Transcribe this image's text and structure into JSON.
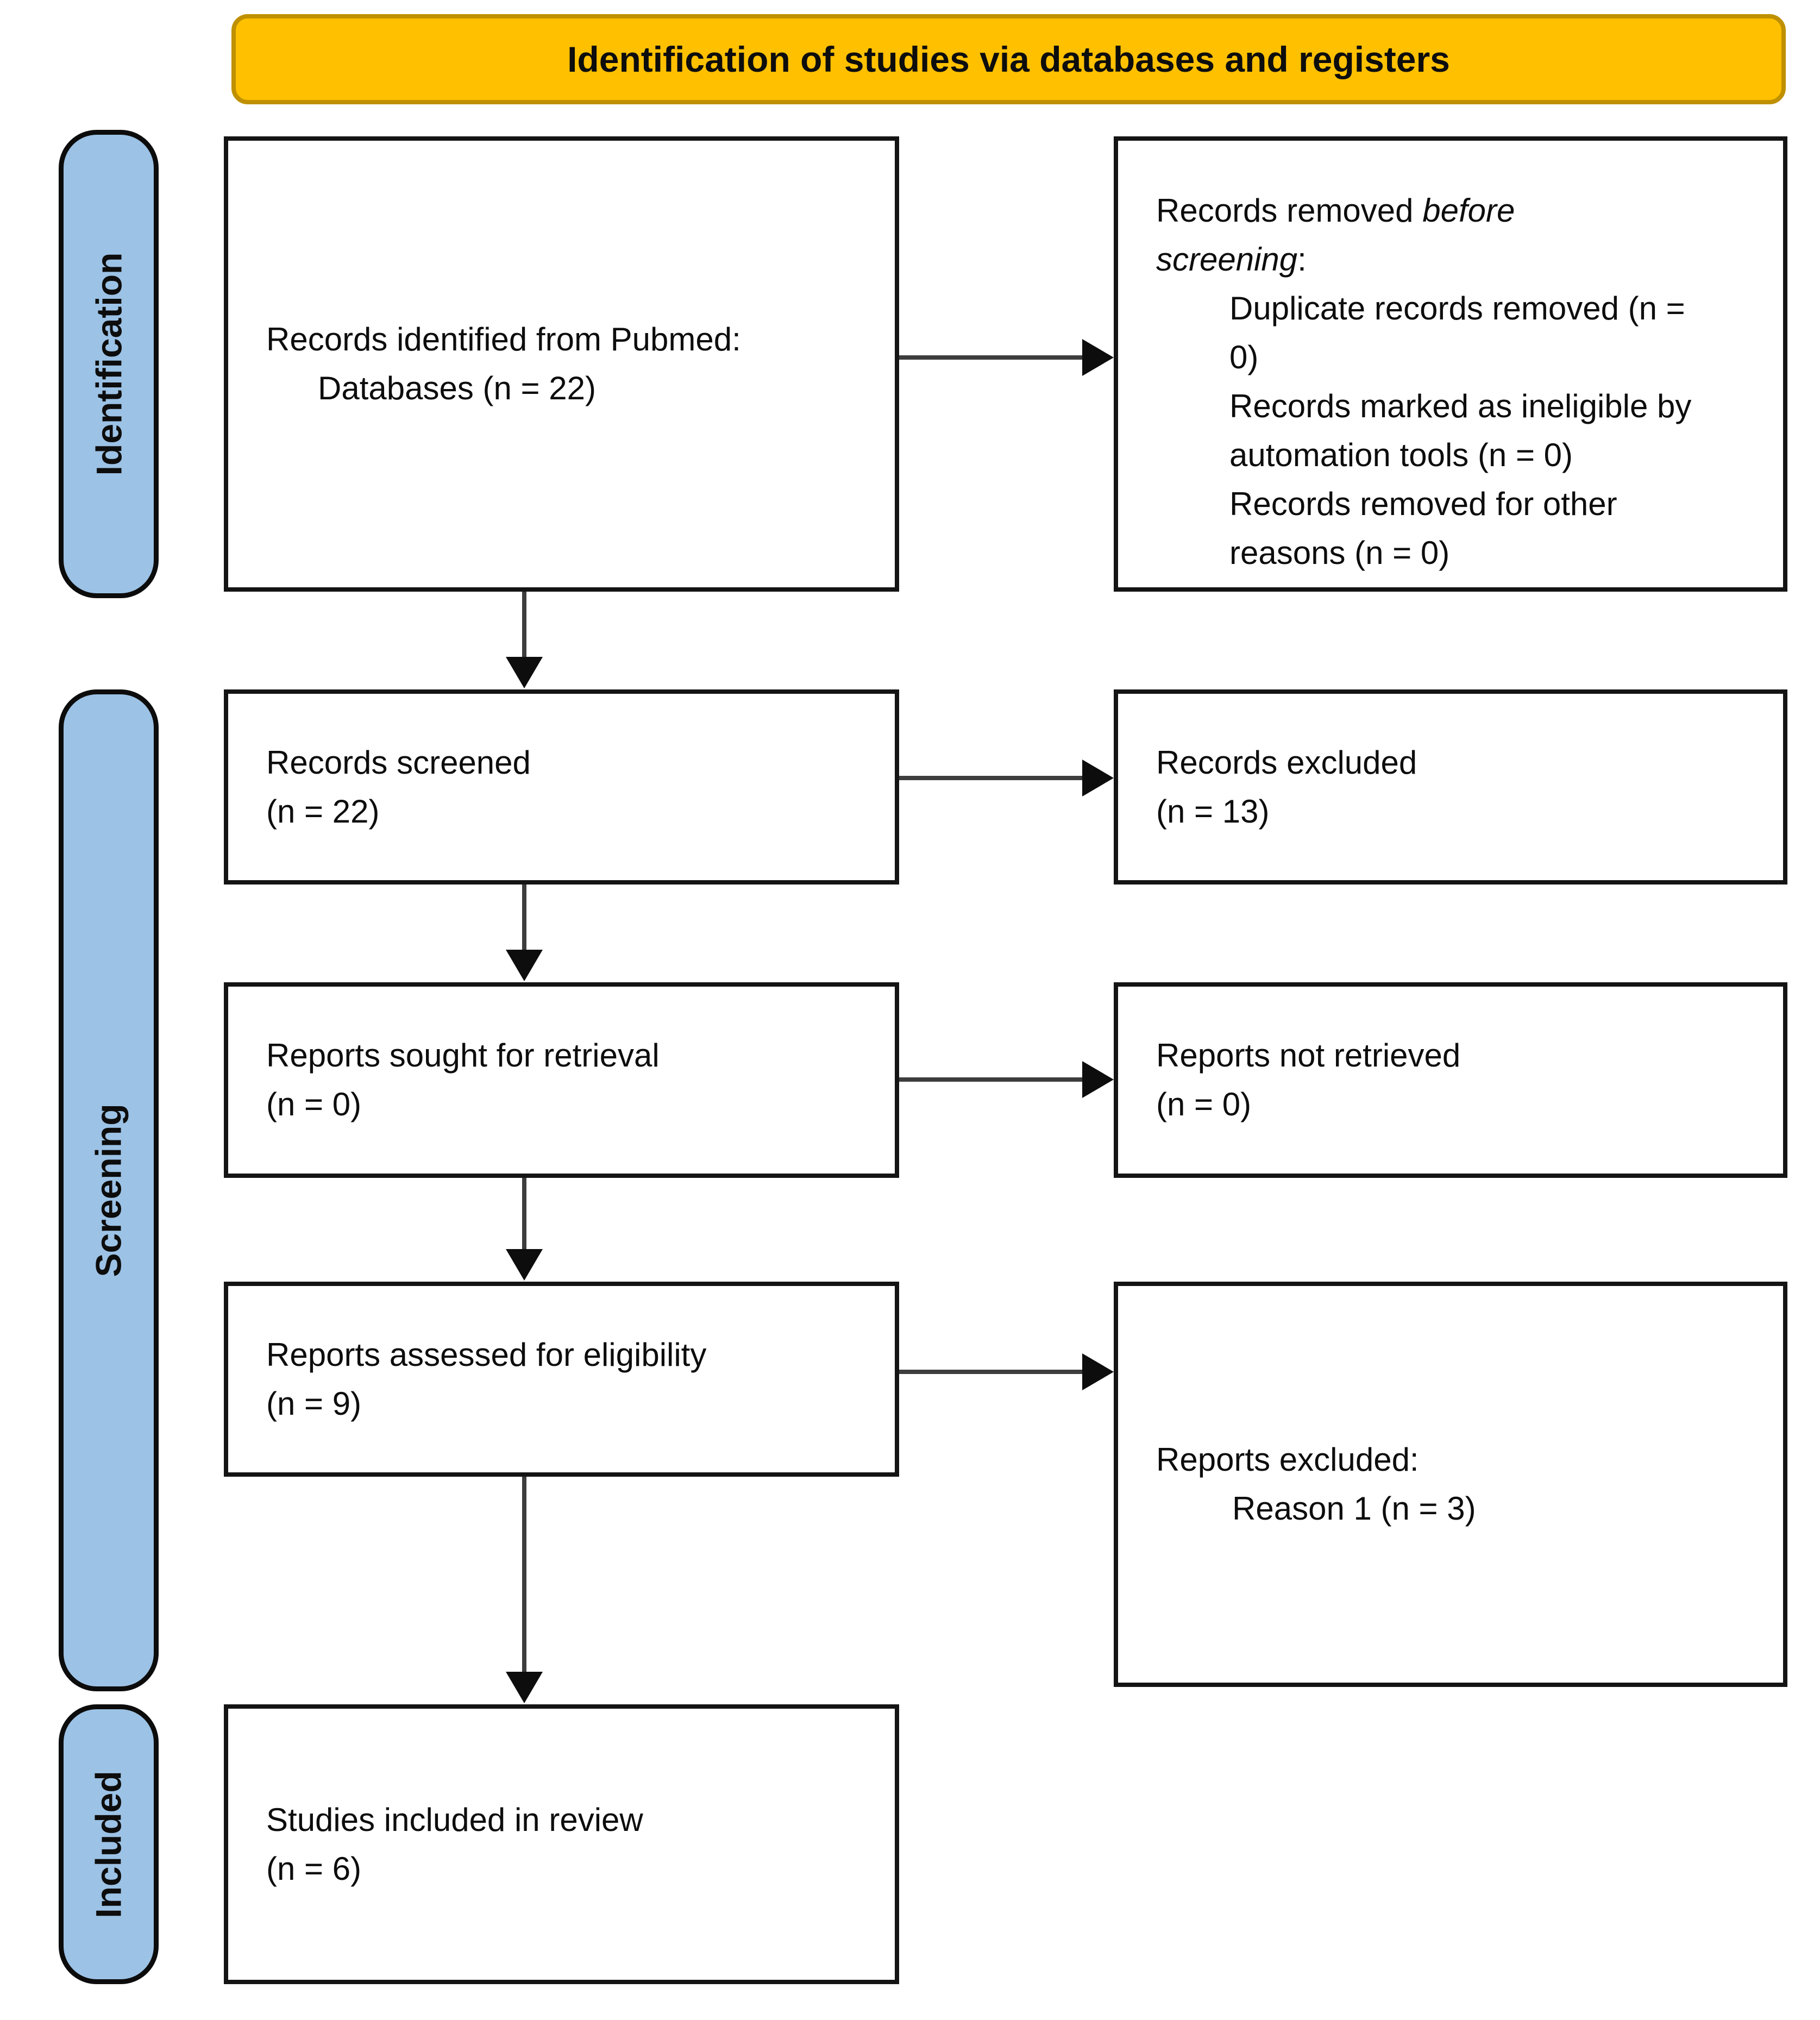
{
  "banner": {
    "title": "Identification of studies via databases and registers"
  },
  "stages": {
    "identification": "Identification",
    "screening": "Screening",
    "included": "Included"
  },
  "colors": {
    "banner_fill": "#FFC000",
    "banner_border": "#BF9000",
    "stage_fill": "#9CC2E5",
    "stage_border": "#0C0C0C",
    "box_border": "#141414",
    "arrow": "#3D3D3D"
  },
  "boxes": {
    "records_identified": {
      "line1": "Records identified from Pubmed:",
      "line2": "Databases (n = 22)"
    },
    "records_removed": {
      "prefix": "Records removed ",
      "emphasis": "before screening",
      "suffix": ":",
      "items": [
        "Duplicate records removed (n = 0)",
        "Records marked as ineligible by automation tools (n = 0)",
        "Records removed for other reasons (n = 0)"
      ]
    },
    "records_screened": {
      "line1": "Records screened",
      "line2": "(n = 22)"
    },
    "records_excluded": {
      "line1": "Records excluded",
      "line2": "(n = 13)"
    },
    "reports_sought": {
      "line1": "Reports sought for retrieval",
      "line2": "(n = 0)"
    },
    "reports_not_retrieved": {
      "line1": "Reports not retrieved",
      "line2": "(n = 0)"
    },
    "reports_assessed": {
      "line1": "Reports assessed for eligibility",
      "line2": "(n = 9)"
    },
    "reports_excluded": {
      "line1": "Reports excluded:",
      "line2": "Reason 1 (n = 3)"
    },
    "studies_included": {
      "line1": "Studies included in review",
      "line2": "(n = 6)"
    }
  }
}
